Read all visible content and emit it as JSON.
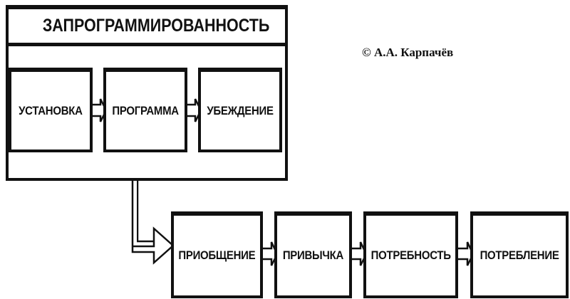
{
  "title": "ЗАПРОГРАММИРОВАННОСТЬ",
  "copyright": "© А.А. Карпачёв",
  "top_row": [
    "УСТАНОВКА",
    "ПРОГРАММА",
    "УБЕЖДЕНИЕ"
  ],
  "bottom_row": [
    "ПРИОБЩЕНИЕ",
    "ПРИВЫЧКА",
    "ПОТРЕБНОСТЬ",
    "ПОТРЕБЛЕНИЕ"
  ]
}
